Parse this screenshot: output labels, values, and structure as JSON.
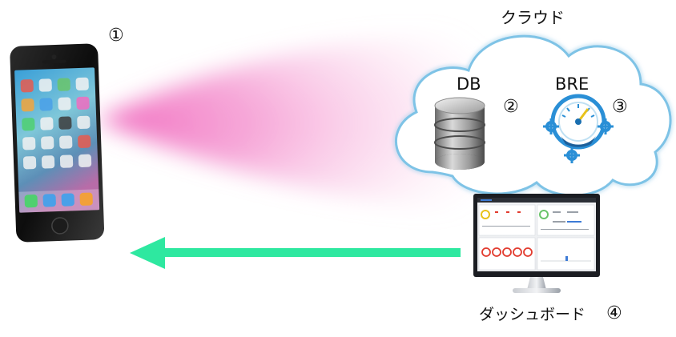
{
  "phone": {
    "number": "①"
  },
  "cloud": {
    "title": "クラウド",
    "db_label": "DB",
    "db_number": "②",
    "bre_label": "BRE",
    "bre_number": "③"
  },
  "dashboard": {
    "label": "ダッシュボード",
    "number": "④"
  },
  "colors": {
    "beam": "#f06cbf",
    "arrow": "#2ee8a0",
    "cloud_stroke": "#7ec3e6",
    "gear": "#2a8fd6",
    "ring_red": "#e23b2e",
    "gauge_yellow": "#e8c21a"
  }
}
